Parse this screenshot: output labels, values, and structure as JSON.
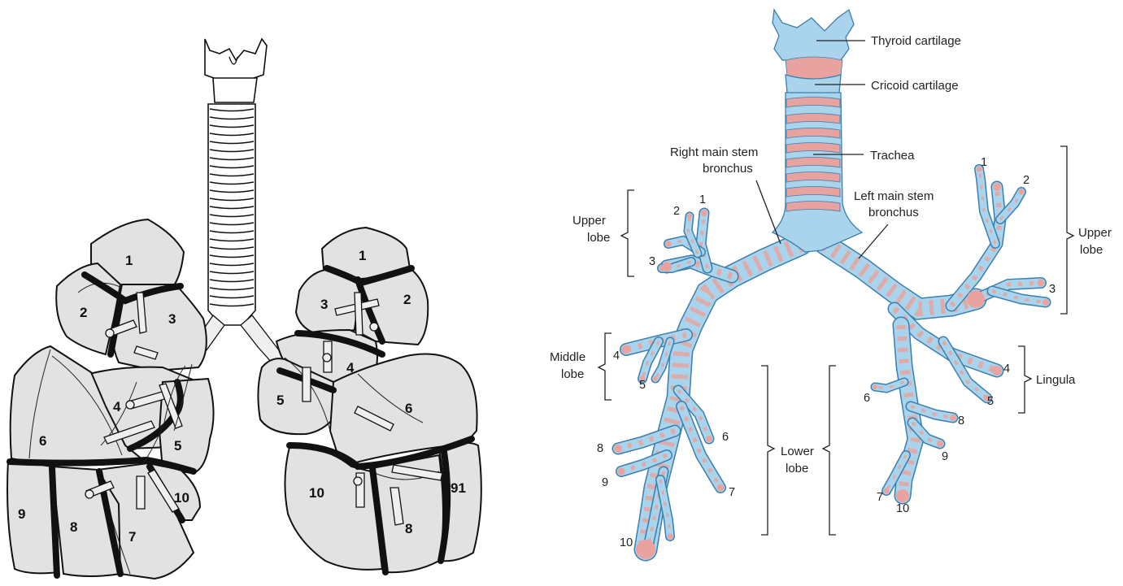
{
  "left_figure": {
    "right_lung_segments": [
      "1",
      "2",
      "3",
      "4",
      "5",
      "6",
      "7",
      "8",
      "9",
      "10"
    ],
    "left_lung_segments": [
      "1",
      "2",
      "3",
      "4",
      "5",
      "6",
      "10",
      "8",
      "91"
    ]
  },
  "right_figure": {
    "labels": {
      "thyroid": "Thyroid cartilage",
      "cricoid": "Cricoid cartilage",
      "trachea": "Trachea",
      "right_main_1": "Right main stem",
      "right_main_2": "bronchus",
      "left_main_1": "Left main stem",
      "left_main_2": "bronchus"
    },
    "groups": {
      "right_upper_1": "Upper",
      "right_upper_2": "lobe",
      "middle_1": "Middle",
      "middle_2": "lobe",
      "lower_1": "Lower",
      "lower_2": "lobe",
      "left_upper_1": "Upper",
      "left_upper_2": "lobe",
      "lingula": "Lingula"
    },
    "right_segments": {
      "s1": "1",
      "s2": "2",
      "s3": "3",
      "s4": "4",
      "s5": "5",
      "s6": "6",
      "s7": "7",
      "s8": "8",
      "s9": "9",
      "s10": "10"
    },
    "left_segments": {
      "s1": "1",
      "s2": "2",
      "s3": "3",
      "s4": "4",
      "s5": "5",
      "s6": "6",
      "s7": "7",
      "s8": "8",
      "s9": "9",
      "s10": "10"
    }
  },
  "colors": {
    "lobe_fill": "#e2e2e2",
    "airway_blue": "#a9d4ec",
    "airway_outline": "#3b7fae",
    "cartilage_pink": "#e8a3a0"
  }
}
